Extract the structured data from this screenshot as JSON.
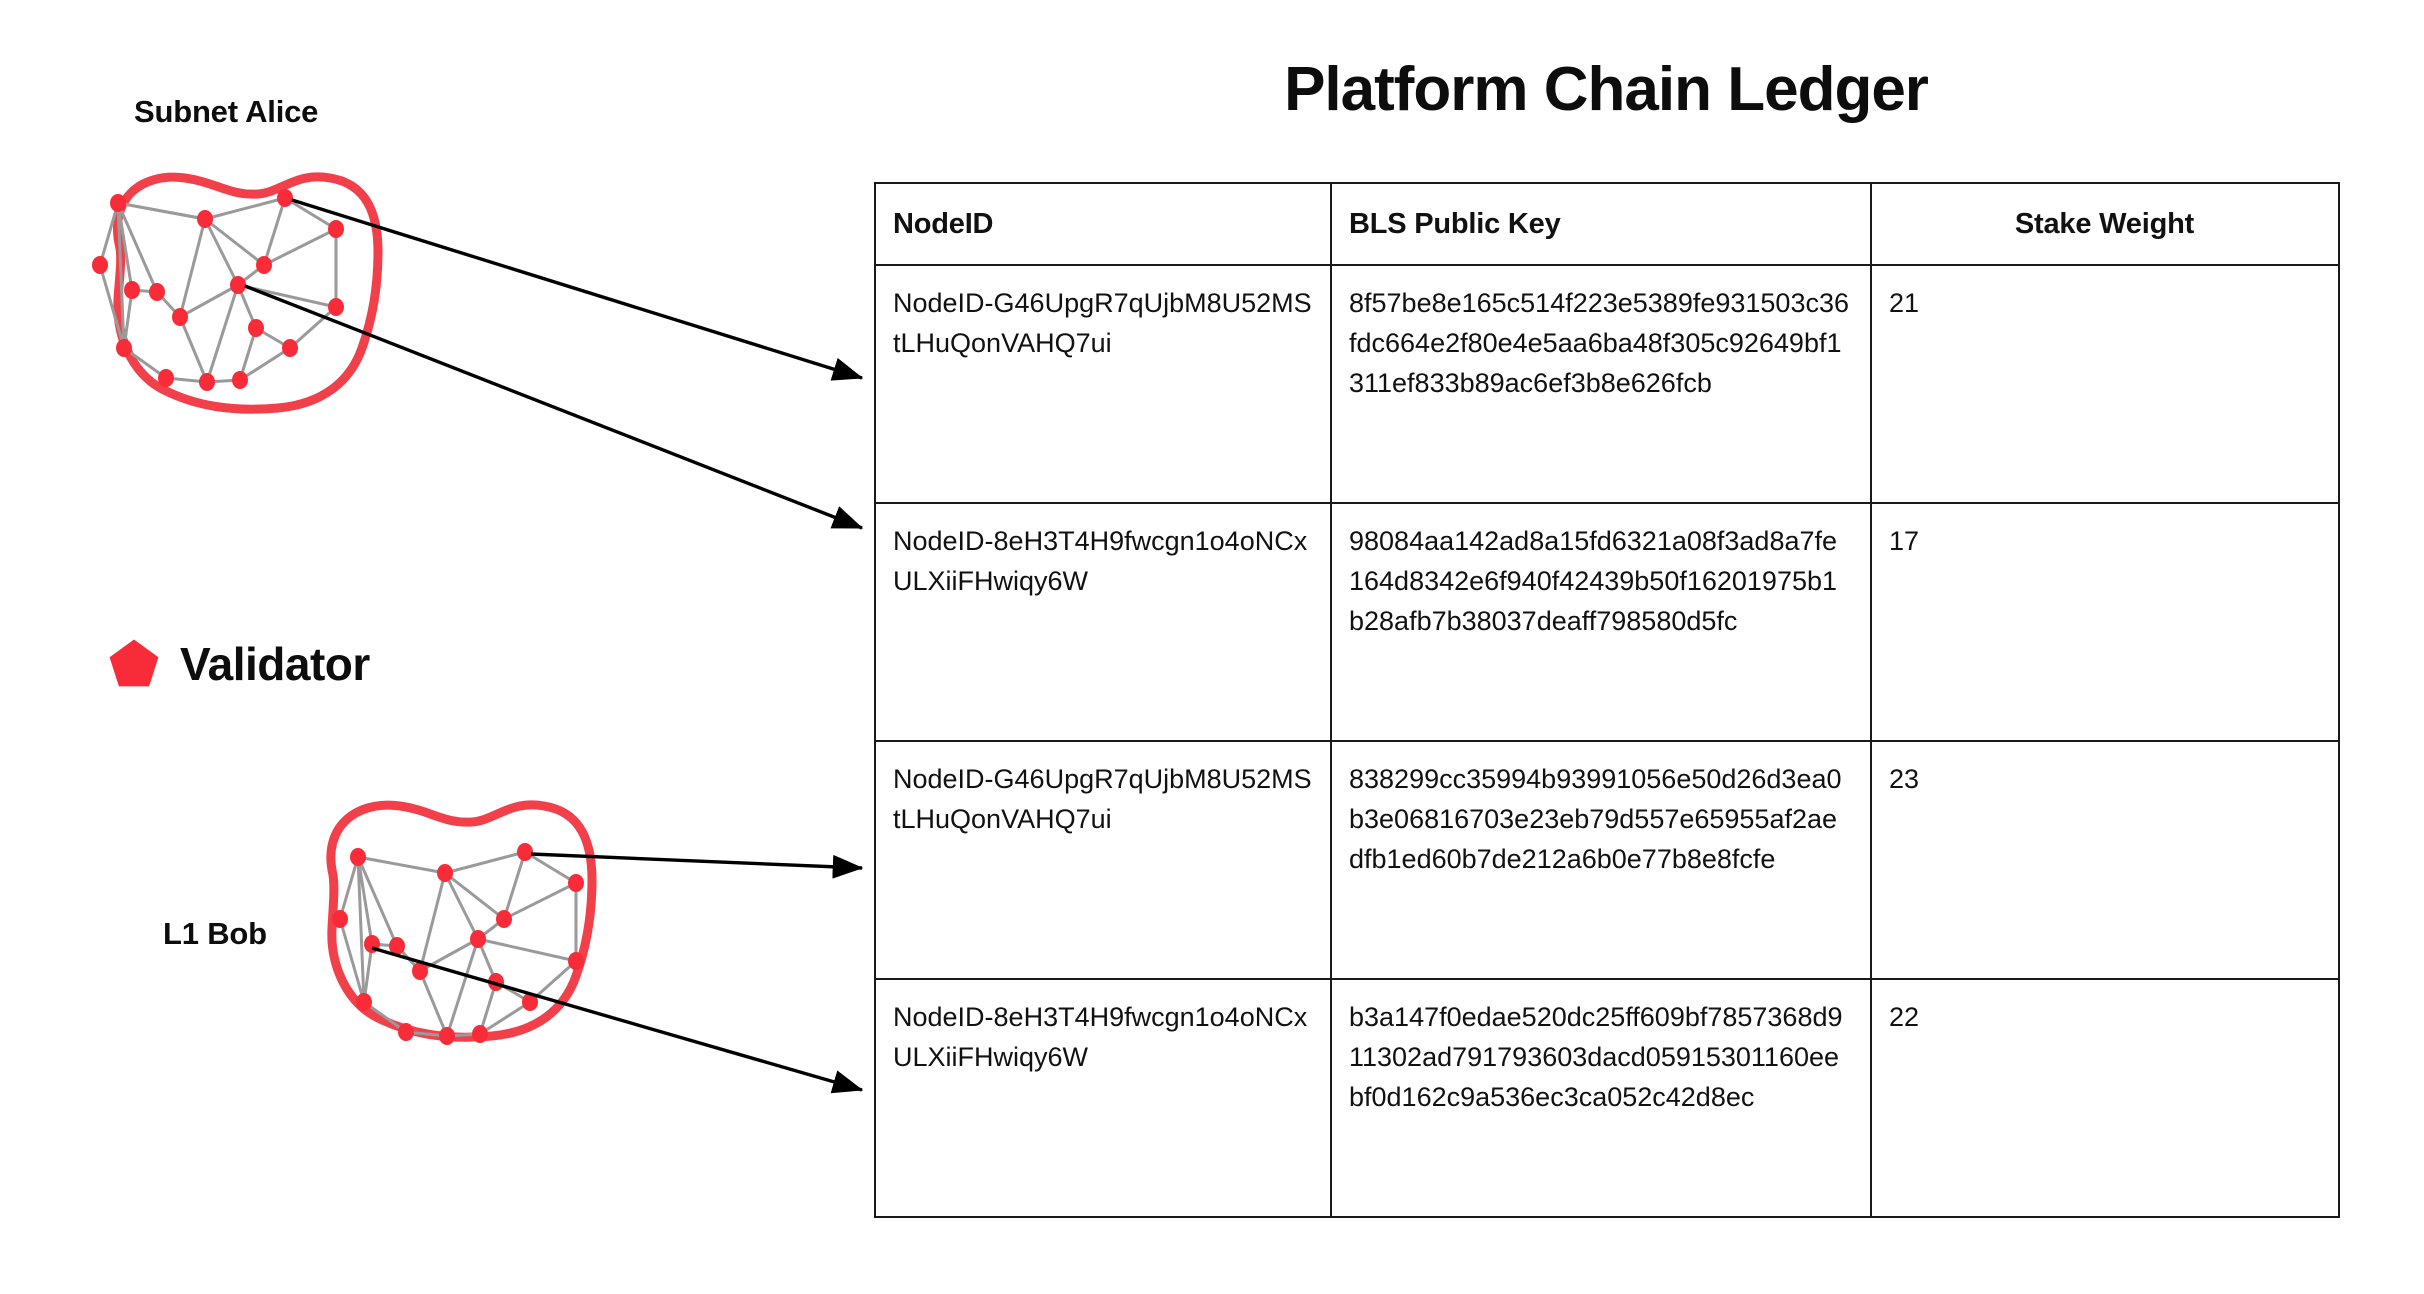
{
  "title": "Platform Chain Ledger",
  "diagram": {
    "subnet_alice_label": "Subnet Alice",
    "l1_bob_label": "L1 Bob",
    "legend": {
      "icon": "pentagon-icon",
      "label": "Validator"
    },
    "colors": {
      "blob_outline": "#F2404B",
      "node_fill": "#F72C38",
      "edge": "#9a9a9a",
      "arrow": "#000000"
    }
  },
  "table": {
    "columns": [
      "NodeID",
      "BLS Public Key",
      "Stake Weight"
    ],
    "rows": [
      {
        "node_id": "NodeID-G46UpgR7qUjbM8U52MStLHuQonVAHQ7ui",
        "bls_public_key": "8f57be8e165c514f223e5389fe931503c36fdc664e2f80e4e5aa6ba48f305c92649bf1311ef833b89ac6ef3b8e626fcb",
        "stake_weight": "21"
      },
      {
        "node_id": "NodeID-8eH3T4H9fwcgn1o4oNCxULXiiFHwiqy6W",
        "bls_public_key": "98084aa142ad8a15fd6321a08f3ad8a7fe164d8342e6f940f42439b50f16201975b1b28afb7b38037deaff798580d5fc",
        "stake_weight": "17"
      },
      {
        "node_id": "NodeID-G46UpgR7qUjbM8U52MStLHuQonVAHQ7ui",
        "bls_public_key": "838299cc35994b93991056e50d26d3ea0b3e06816703e23eb79d557e65955af2aedfb1ed60b7de212a6b0e77b8e8fcfe",
        "stake_weight": "23"
      },
      {
        "node_id": "NodeID-8eH3T4H9fwcgn1o4oNCxULXiiFHwiqy6W",
        "bls_public_key": "b3a147f0edae520dc25ff609bf7857368d911302ad791793603dacd05915301160eebf0d162c9a536ec3ca052c42d8ec",
        "stake_weight": "22"
      }
    ]
  }
}
